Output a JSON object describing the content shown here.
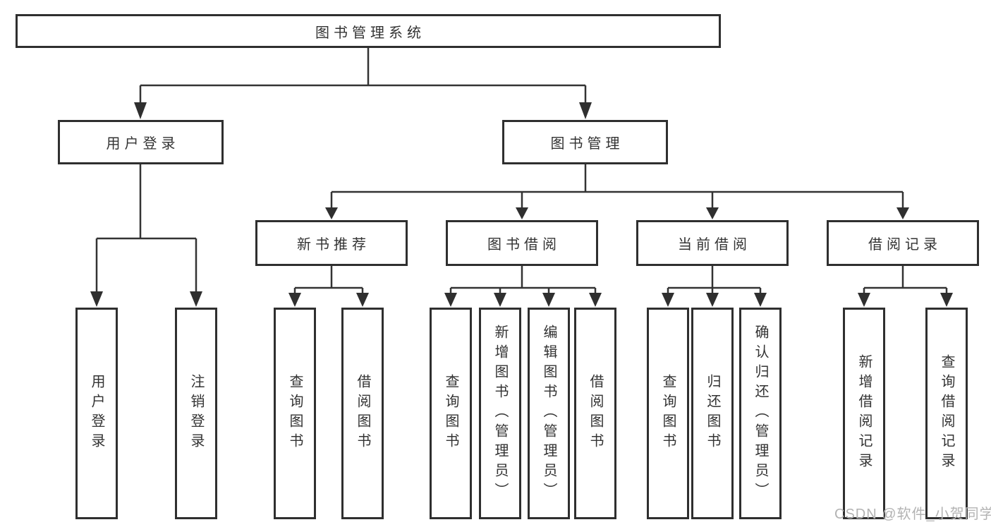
{
  "colors": {
    "line": "#333333",
    "arrow": "#2f2f2f",
    "box_border": "#2f2f2f",
    "box_fill": "#ffffff",
    "text": "#333333",
    "watermark": "#b3b3b3"
  },
  "diagram": {
    "root": {
      "label": "图书管理系统"
    },
    "branches": [
      {
        "label": "用户登录",
        "children": [
          {
            "label": "用户登录"
          },
          {
            "label": "注销登录"
          }
        ]
      },
      {
        "label": "图书管理",
        "children": [
          {
            "label": "新书推荐",
            "children": [
              {
                "label": "查询图书"
              },
              {
                "label": "借阅图书"
              }
            ]
          },
          {
            "label": "图书借阅",
            "children": [
              {
                "label": "查询图书"
              },
              {
                "label": "新增图书（管理员）"
              },
              {
                "label": "编辑图书（管理员）"
              },
              {
                "label": "借阅图书"
              }
            ]
          },
          {
            "label": "当前借阅",
            "children": [
              {
                "label": "查询图书"
              },
              {
                "label": "归还图书"
              },
              {
                "label": "确认归还（管理员）"
              }
            ]
          },
          {
            "label": "借阅记录",
            "children": [
              {
                "label": "新增借阅记录"
              },
              {
                "label": "查询借阅记录"
              }
            ]
          }
        ]
      }
    ]
  },
  "watermark": {
    "text": "CSDN @软件_小贺同学"
  }
}
